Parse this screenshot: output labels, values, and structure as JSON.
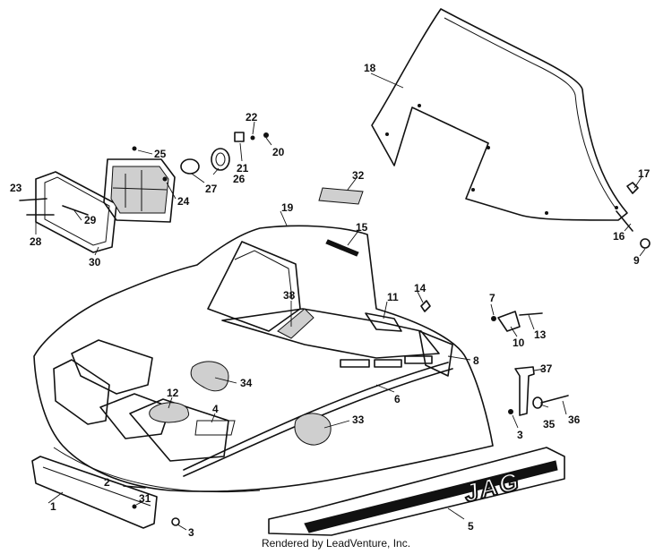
{
  "callouts": [
    {
      "id": "1",
      "label": "1"
    },
    {
      "id": "2",
      "label": "2"
    },
    {
      "id": "3a",
      "label": "3"
    },
    {
      "id": "3b",
      "label": "3"
    },
    {
      "id": "4",
      "label": "4"
    },
    {
      "id": "5",
      "label": "5"
    },
    {
      "id": "6",
      "label": "6"
    },
    {
      "id": "7",
      "label": "7"
    },
    {
      "id": "8",
      "label": "8"
    },
    {
      "id": "9",
      "label": "9"
    },
    {
      "id": "10",
      "label": "10"
    },
    {
      "id": "11",
      "label": "11"
    },
    {
      "id": "12",
      "label": "12"
    },
    {
      "id": "13",
      "label": "13"
    },
    {
      "id": "14",
      "label": "14"
    },
    {
      "id": "15",
      "label": "15"
    },
    {
      "id": "16",
      "label": "16"
    },
    {
      "id": "17",
      "label": "17"
    },
    {
      "id": "18",
      "label": "18"
    },
    {
      "id": "19",
      "label": "19"
    },
    {
      "id": "20",
      "label": "20"
    },
    {
      "id": "21",
      "label": "21"
    },
    {
      "id": "22",
      "label": "22"
    },
    {
      "id": "23",
      "label": "23"
    },
    {
      "id": "24",
      "label": "24"
    },
    {
      "id": "25",
      "label": "25"
    },
    {
      "id": "26",
      "label": "26"
    },
    {
      "id": "27",
      "label": "27"
    },
    {
      "id": "28",
      "label": "28"
    },
    {
      "id": "29",
      "label": "29"
    },
    {
      "id": "30",
      "label": "30"
    },
    {
      "id": "31",
      "label": "31"
    },
    {
      "id": "32",
      "label": "32"
    },
    {
      "id": "33",
      "label": "33"
    },
    {
      "id": "34",
      "label": "34"
    },
    {
      "id": "35",
      "label": "35"
    },
    {
      "id": "36",
      "label": "36"
    },
    {
      "id": "37",
      "label": "37"
    },
    {
      "id": "38",
      "label": "38"
    }
  ],
  "decal_text": "JAG",
  "credit": "Rendered by LeadVenture, Inc."
}
